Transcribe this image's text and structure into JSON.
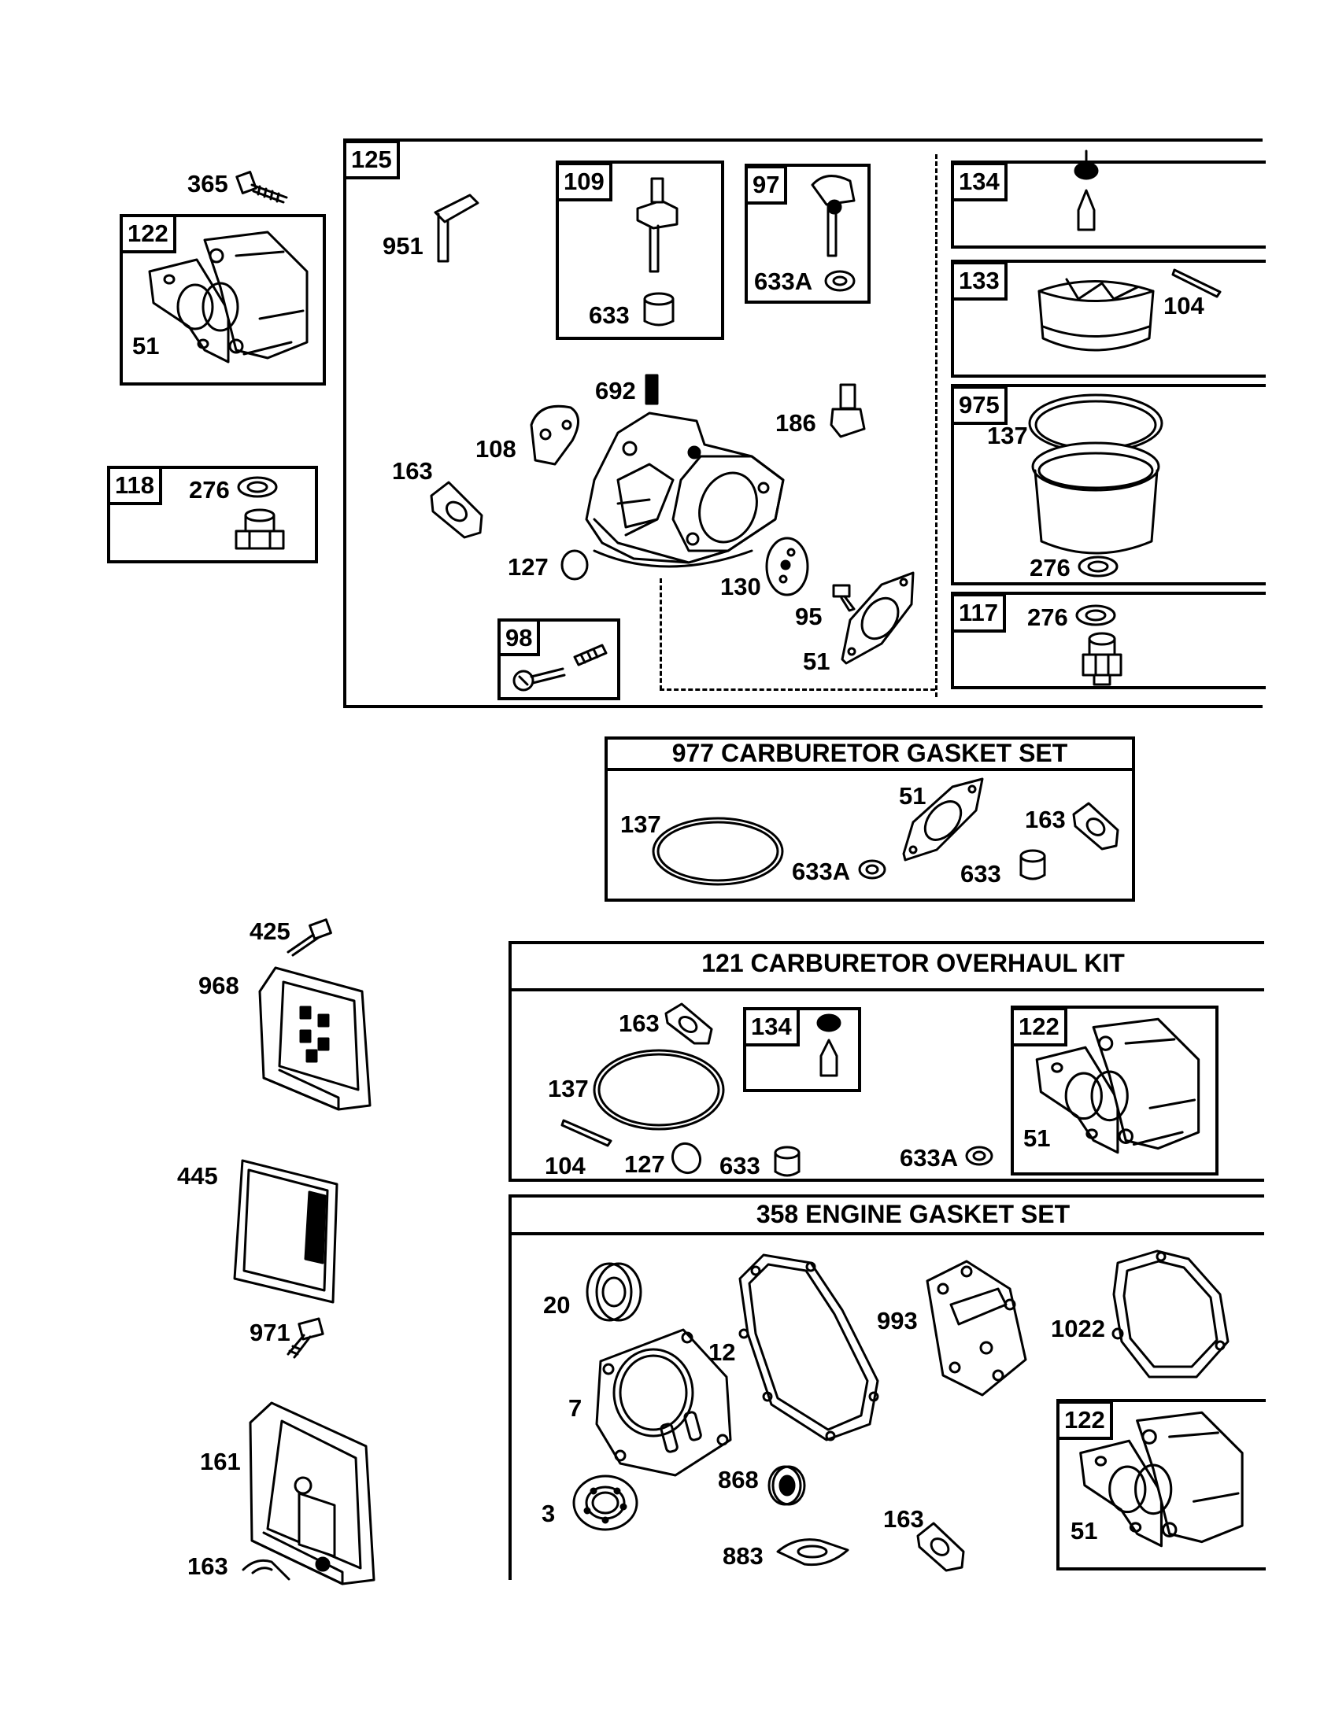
{
  "page": {
    "background_color": "#ffffff",
    "line_color": "#000000"
  },
  "standalone": {
    "screw_365": "365",
    "box_122": {
      "tag": "122",
      "gasket": "51"
    },
    "box_118": {
      "tag": "118",
      "washer": "276"
    }
  },
  "carb_group": {
    "tag": "125",
    "link_951": "951",
    "box_109": {
      "tag": "109",
      "seat": "633"
    },
    "box_97": {
      "tag": "97",
      "seat": "633A"
    },
    "spring_692": "692",
    "plate_108": "108",
    "gasket_163": "163",
    "fitting_186": "186",
    "plug_127": "127",
    "plate_130": "130",
    "screw_95": "95",
    "gasket_51": "51",
    "box_98": {
      "tag": "98"
    },
    "box_134": {
      "tag": "134"
    },
    "box_133": {
      "tag": "133",
      "pin": "104"
    },
    "box_975": {
      "tag": "975",
      "ring": "137",
      "washer": "276"
    },
    "box_117": {
      "tag": "117",
      "washer": "276"
    }
  },
  "kit_977": {
    "title": "977 CARBURETOR  GASKET SET",
    "ring": "137",
    "gasket_51": "51",
    "gasket_163": "163",
    "seat_633A": "633A",
    "seat_633": "633"
  },
  "left_column": {
    "screw_425": "425",
    "cover_968": "968",
    "filter_445": "445",
    "screw_971": "971",
    "base_161": "161",
    "gasket_163": "163"
  },
  "kit_121": {
    "title": "121 CARBURETOR OVERHAUL KIT",
    "gasket_163": "163",
    "ring_137": "137",
    "pin_104": "104",
    "plug_127": "127",
    "seat_633": "633",
    "seat_633A": "633A",
    "box_134": {
      "tag": "134"
    },
    "box_122": {
      "tag": "122",
      "gasket": "51"
    }
  },
  "kit_358": {
    "title": "358 ENGINE GASKET SET",
    "seal_20": "20",
    "gasket_12": "12",
    "gasket_993": "993",
    "gasket_1022": "1022",
    "gasket_7": "7",
    "seal_3": "3",
    "seal_868": "868",
    "gasket_883": "883",
    "gasket_163": "163",
    "box_122": {
      "tag": "122",
      "gasket": "51"
    }
  }
}
